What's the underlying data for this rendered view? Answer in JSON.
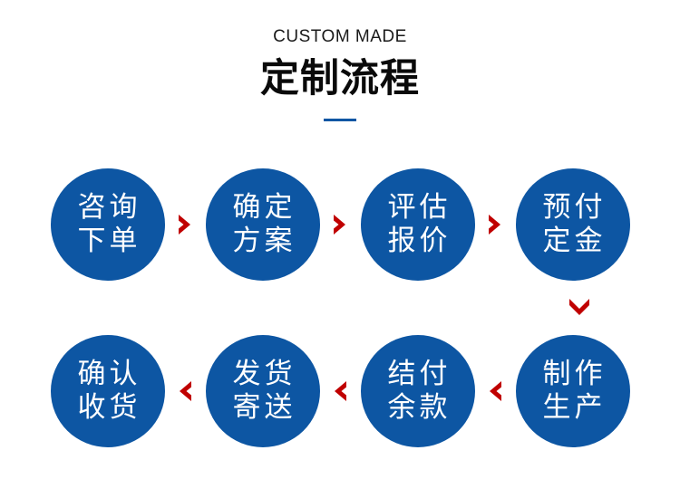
{
  "header": {
    "eyebrow": "CUSTOM MADE",
    "title": "定制流程",
    "divider_color": "#0d56a3"
  },
  "theme": {
    "node_fill": "#0d56a3",
    "node_text": "#ffffff",
    "arrow_color": "#c00000",
    "background": "#ffffff",
    "title_color": "#0a0a0a"
  },
  "flow": {
    "row1_direction": "left-to-right",
    "row2_direction": "right-to-left",
    "between_rows_direction": "down",
    "rows": [
      {
        "id": "row-1",
        "connector_icon": "chevron-right-icon",
        "nodes": [
          {
            "step": 1,
            "line1": "咨询",
            "line2": "下单"
          },
          {
            "step": 2,
            "line1": "确定",
            "line2": "方案"
          },
          {
            "step": 3,
            "line1": "评估",
            "line2": "报价"
          },
          {
            "step": 4,
            "line1": "预付",
            "line2": "定金"
          }
        ]
      },
      {
        "id": "row-2",
        "connector_icon": "chevron-left-icon",
        "nodes": [
          {
            "step": 8,
            "line1": "确认",
            "line2": "收货"
          },
          {
            "step": 7,
            "line1": "发货",
            "line2": "寄送"
          },
          {
            "step": 6,
            "line1": "结付",
            "line2": "余款"
          },
          {
            "step": 5,
            "line1": "制作",
            "line2": "生产"
          }
        ]
      }
    ],
    "vertical_connector_icon": "chevron-down-icon"
  }
}
